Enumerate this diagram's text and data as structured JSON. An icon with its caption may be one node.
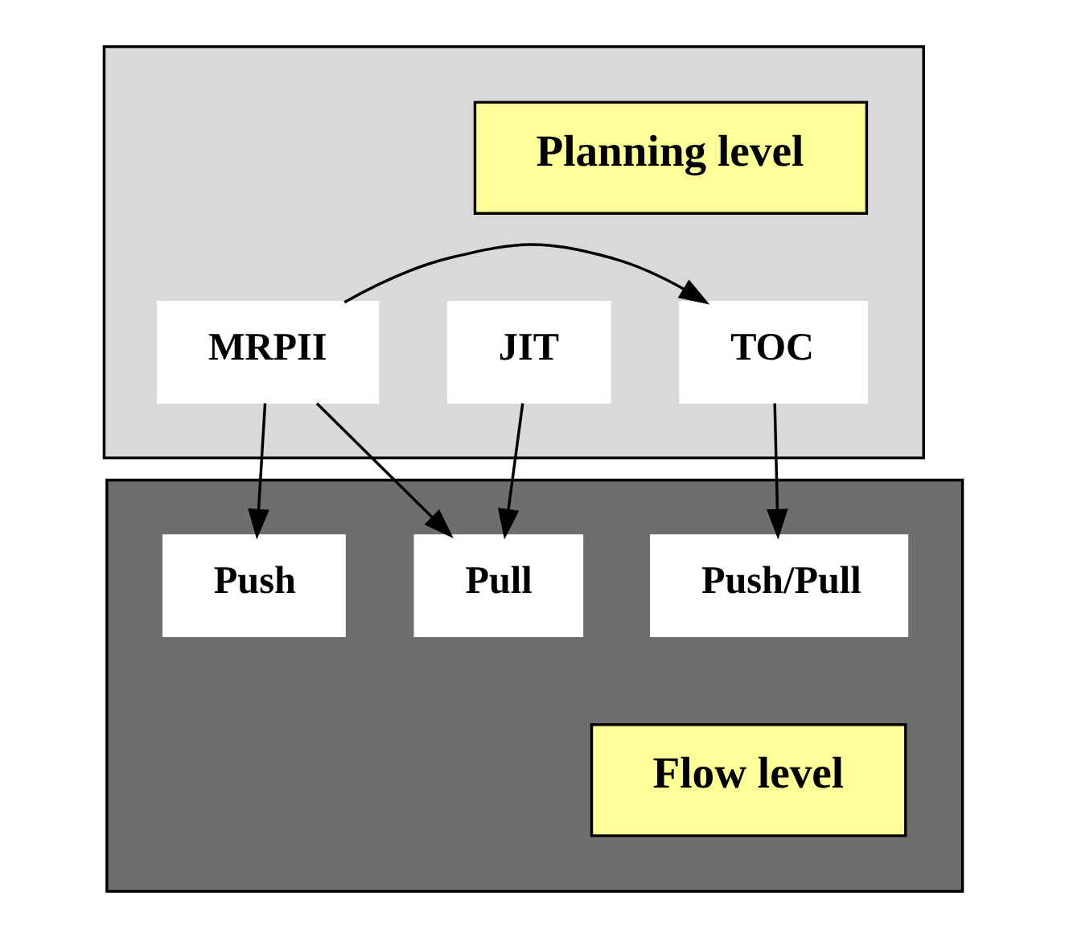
{
  "diagram": {
    "nodes": [
      {
        "text": [],
        "shape": "box"
      },
      {
        "text": [
          "Planning level"
        ],
        "in": 0
      },
      {
        "text": [
          "MRPII"
        ],
        "in": 0
      },
      {
        "text": [
          "JIT"
        ],
        "in": 0
      },
      {
        "text": [
          "TOC"
        ],
        "in": 0
      },
      {
        "text": [],
        "shape": "box"
      },
      {
        "text": [
          "Push"
        ],
        "in": 5
      },
      {
        "text": [
          "Pull"
        ],
        "in": 5
      },
      {
        "text": [
          "Push/Pull"
        ],
        "in": 5
      },
      {
        "text": [
          "Flow level"
        ],
        "in": 5
      }
    ],
    "edges": [
      {
        "from": 2,
        "to": 4,
        "arrow": "to"
      },
      {
        "from": 2,
        "to": 6,
        "arrow": "to"
      },
      {
        "from": 2,
        "to": 7,
        "arrow": "to"
      },
      {
        "from": 3,
        "to": 7,
        "arrow": "to"
      },
      {
        "from": 4,
        "to": 8,
        "arrow": "to"
      }
    ]
  }
}
